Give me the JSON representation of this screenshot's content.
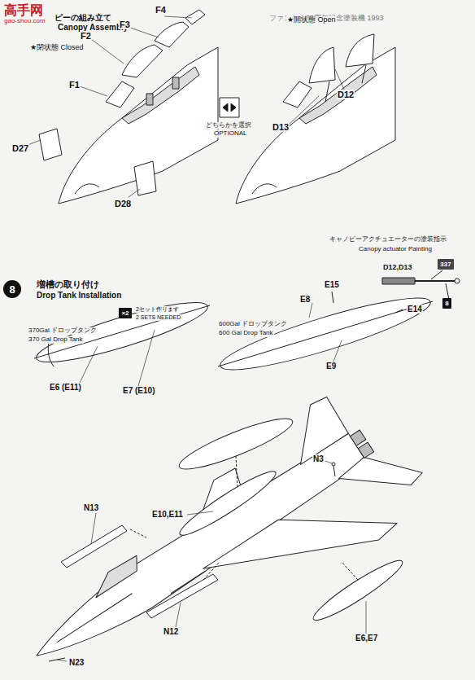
{
  "diagram": {
    "nodes": [
      {
        "text": [
          "8"
        ]
      },
      {
        "text": [
          "×2"
        ]
      },
      {
        "text": [
          "337"
        ]
      },
      {
        "text": [
          "8"
        ]
      }
    ],
    "labels": [
      "高手网",
      "gao-shou.com",
      "ピーの組み立て",
      "Canopy Assembly",
      "ファントム35周年記念塗装機 1993",
      "★閉状態 Closed",
      "F4",
      "F2",
      "F3",
      "F1",
      "D27",
      "D28",
      "どちらかを選択",
      "OPTIONAL",
      "★開状態 Open",
      "D12",
      "D13",
      "キャノピーアクチュエーターの塗装指示",
      "Canopy actuator Painting",
      "D12,D13",
      "増槽の取り付け",
      "Drop Tank Installation",
      "370Gal ドロップタンク",
      "370 Gal Drop Tank",
      "2セット作ります",
      "2 SETS NEEDED",
      "E6 (E11)",
      "E7 (E10)",
      "600Gal ドロップタンク",
      "600 Gal Drop Tank",
      "E15",
      "E8",
      "E14",
      "E9",
      "N3",
      "N13",
      "E10,E11",
      "N12",
      "E6,E7",
      "N23"
    ]
  }
}
